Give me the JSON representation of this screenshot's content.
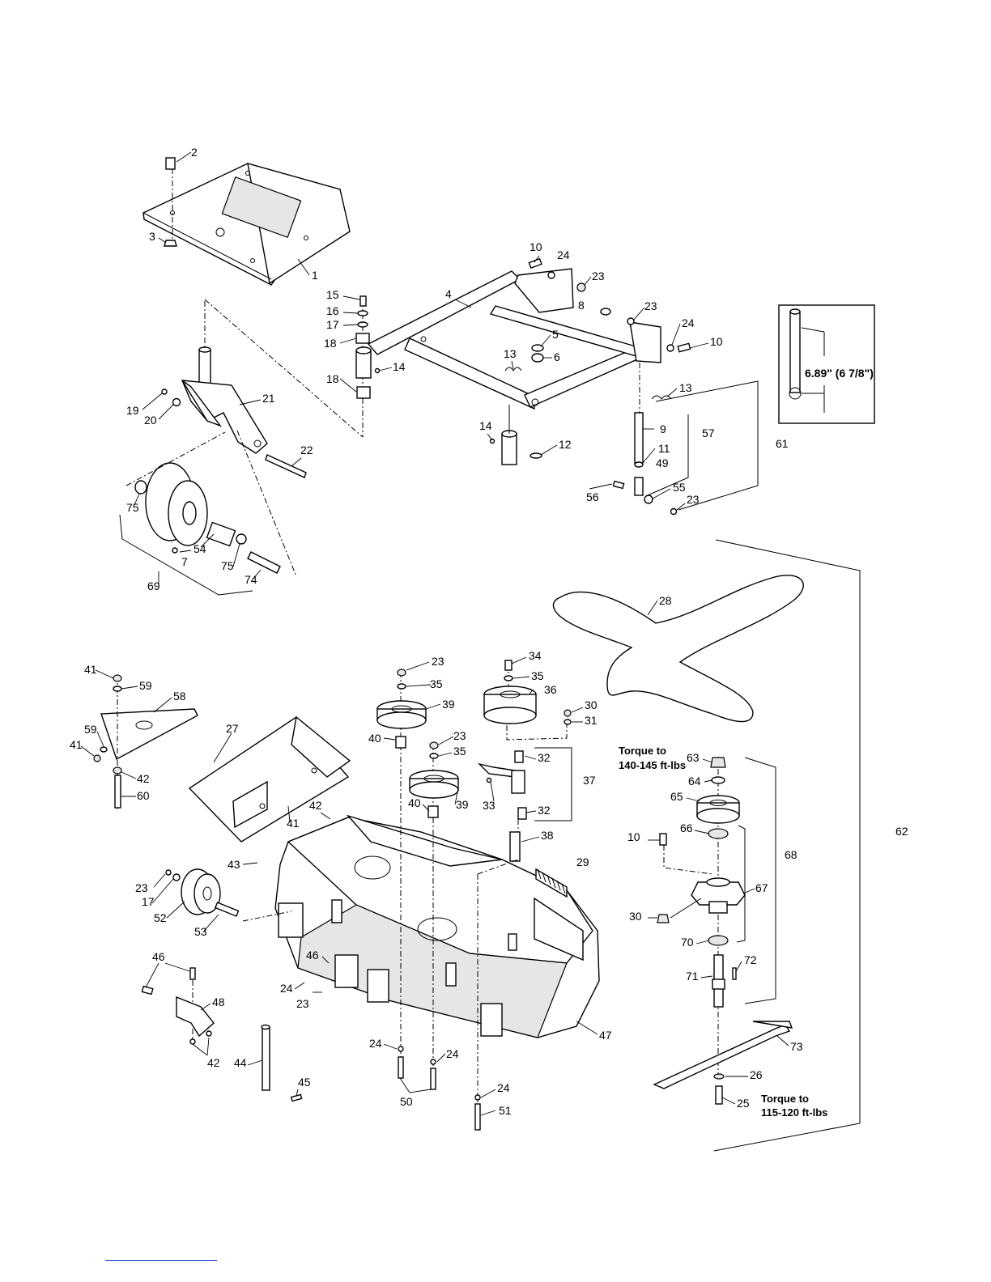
{
  "callouts": [
    {
      "text": "1"
    },
    {
      "text": "2"
    },
    {
      "text": "3"
    },
    {
      "text": "4"
    },
    {
      "text": "5"
    },
    {
      "text": "6"
    },
    {
      "text": "7"
    },
    {
      "text": "8"
    },
    {
      "text": "9"
    },
    {
      "text": "10"
    },
    {
      "text": "10"
    },
    {
      "text": "10"
    },
    {
      "text": "11"
    },
    {
      "text": "12"
    },
    {
      "text": "13"
    },
    {
      "text": "13"
    },
    {
      "text": "14"
    },
    {
      "text": "14"
    },
    {
      "text": "15"
    },
    {
      "text": "16"
    },
    {
      "text": "17"
    },
    {
      "text": "17"
    },
    {
      "text": "18"
    },
    {
      "text": "18"
    },
    {
      "text": "19"
    },
    {
      "text": "20"
    },
    {
      "text": "21"
    },
    {
      "text": "22"
    },
    {
      "text": "23"
    },
    {
      "text": "23"
    },
    {
      "text": "23"
    },
    {
      "text": "23"
    },
    {
      "text": "23"
    },
    {
      "text": "23"
    },
    {
      "text": "23"
    },
    {
      "text": "24"
    },
    {
      "text": "24"
    },
    {
      "text": "24"
    },
    {
      "text": "24"
    },
    {
      "text": "24"
    },
    {
      "text": "24"
    },
    {
      "text": "25"
    },
    {
      "text": "26"
    },
    {
      "text": "27"
    },
    {
      "text": "28"
    },
    {
      "text": "29"
    },
    {
      "text": "30"
    },
    {
      "text": "30"
    },
    {
      "text": "31"
    },
    {
      "text": "32"
    },
    {
      "text": "32"
    },
    {
      "text": "33"
    },
    {
      "text": "34"
    },
    {
      "text": "35"
    },
    {
      "text": "35"
    },
    {
      "text": "35"
    },
    {
      "text": "36"
    },
    {
      "text": "37"
    },
    {
      "text": "38"
    },
    {
      "text": "39"
    },
    {
      "text": "39"
    },
    {
      "text": "40"
    },
    {
      "text": "40"
    },
    {
      "text": "41"
    },
    {
      "text": "41"
    },
    {
      "text": "41"
    },
    {
      "text": "42"
    },
    {
      "text": "42"
    },
    {
      "text": "42"
    },
    {
      "text": "43"
    },
    {
      "text": "44"
    },
    {
      "text": "45"
    },
    {
      "text": "46"
    },
    {
      "text": "46"
    },
    {
      "text": "47"
    },
    {
      "text": "48"
    },
    {
      "text": "49"
    },
    {
      "text": "50"
    },
    {
      "text": "51"
    },
    {
      "text": "52"
    },
    {
      "text": "53"
    },
    {
      "text": "54"
    },
    {
      "text": "55"
    },
    {
      "text": "56"
    },
    {
      "text": "57"
    },
    {
      "text": "58"
    },
    {
      "text": "59"
    },
    {
      "text": "59"
    },
    {
      "text": "60"
    },
    {
      "text": "61"
    },
    {
      "text": "62"
    },
    {
      "text": "63"
    },
    {
      "text": "64"
    },
    {
      "text": "65"
    },
    {
      "text": "66"
    },
    {
      "text": "67"
    },
    {
      "text": "68"
    },
    {
      "text": "69"
    },
    {
      "text": "70"
    },
    {
      "text": "71"
    },
    {
      "text": "72"
    },
    {
      "text": "73"
    },
    {
      "text": "74"
    },
    {
      "text": "75"
    },
    {
      "text": "75"
    }
  ],
  "notes": {
    "torque_upper_line1": "Torque to",
    "torque_upper_line2": "140-145 ft-lbs",
    "torque_lower_line1": "Torque to",
    "torque_lower_line2": "115-120 ft-lbs",
    "inset_dimension": "6.89\" (6 7/8\")"
  }
}
